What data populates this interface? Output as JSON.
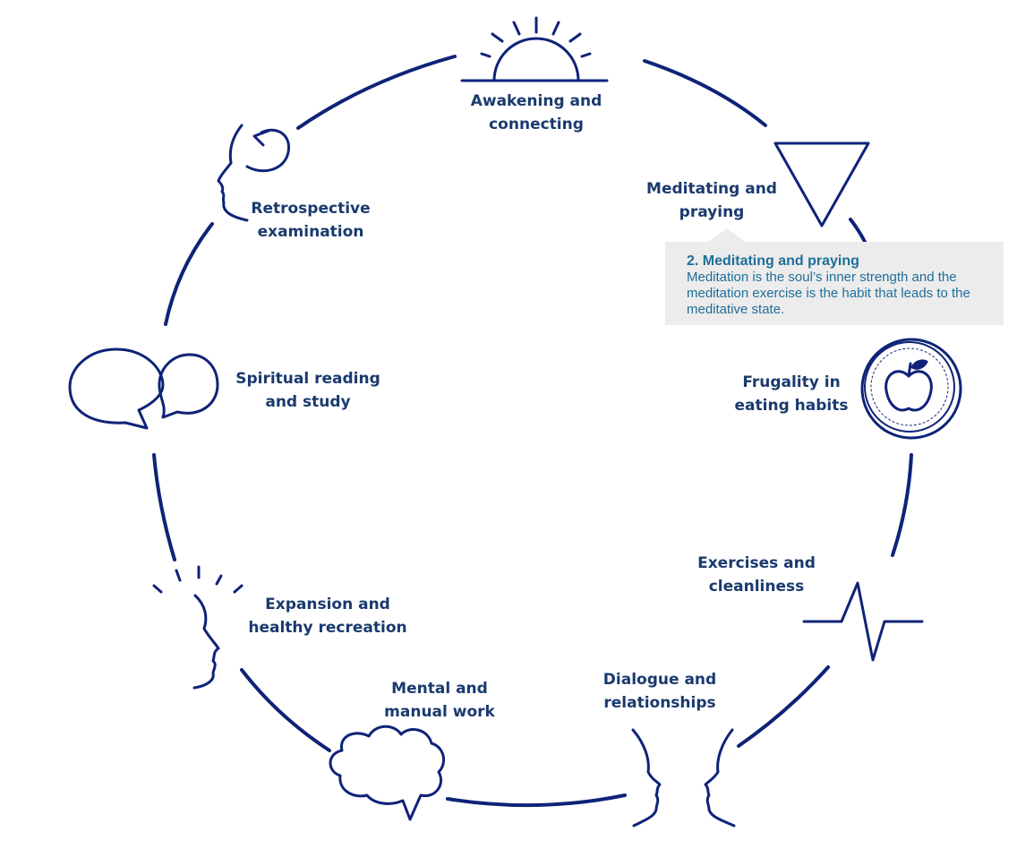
{
  "colors": {
    "stroke": "#0e2378",
    "label": "#1a3a6e",
    "tooltip_bg": "#ececec",
    "tooltip_text": "#1f6e99"
  },
  "steps": [
    {
      "line1": "Awakening and",
      "line2": "connecting",
      "icon": "sunrise-icon"
    },
    {
      "line1": "Meditating and",
      "line2": "praying",
      "icon": "triangle-icon"
    },
    {
      "line1": "Frugality in",
      "line2": "eating habits",
      "icon": "apple-plate-icon"
    },
    {
      "line1": "Exercises and",
      "line2": "cleanliness",
      "icon": "heartbeat-icon"
    },
    {
      "line1": "Dialogue and",
      "line2": "relationships",
      "icon": "two-faces-icon"
    },
    {
      "line1": "Mental and",
      "line2": "manual work",
      "icon": "brain-icon"
    },
    {
      "line1": "Expansion and",
      "line2": "healthy recreation",
      "icon": "shouting-face-icon"
    },
    {
      "line1": "Spiritual reading",
      "line2": "and study",
      "icon": "speech-bubbles-icon"
    },
    {
      "line1": "Retrospective",
      "line2": "examination",
      "icon": "reflective-head-icon"
    }
  ],
  "tooltip": {
    "title": "2. Meditating and praying",
    "body": "Meditation is the soul’s inner strength and the meditation exercise is the habit that leads to the meditative state."
  }
}
